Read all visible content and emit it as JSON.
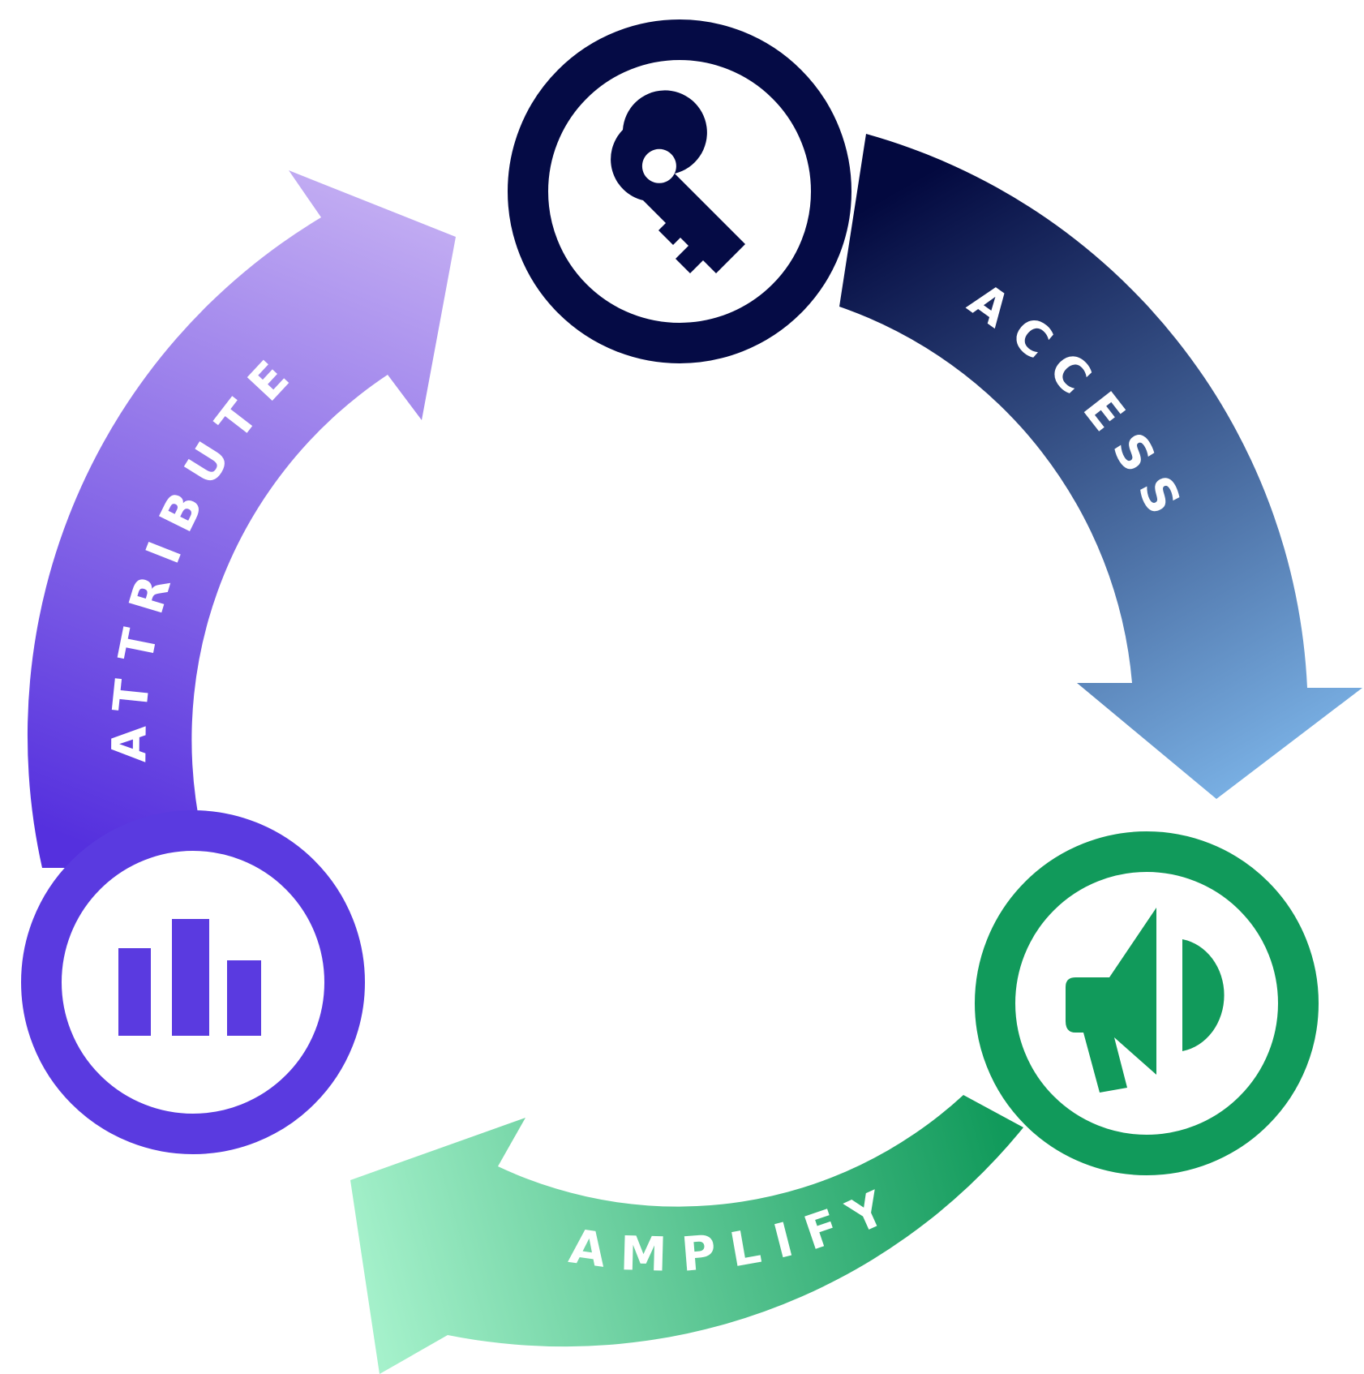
{
  "diagram": {
    "type": "cycle",
    "stages": [
      {
        "id": "access",
        "label": "ACCESS",
        "icon": "key-icon",
        "color": "#050b45"
      },
      {
        "id": "amplify",
        "label": "AMPLIFY",
        "icon": "megaphone-icon",
        "color": "#119a5b"
      },
      {
        "id": "attribute",
        "label": "ATTRIBUTE",
        "icon": "bar-chart-icon",
        "color": "#5a3ae0"
      }
    ],
    "flow": [
      "access",
      "amplify",
      "attribute",
      "access"
    ],
    "colors": {
      "access_start": "#03093f",
      "access_end": "#78aee2",
      "amplify_start": "#119a5b",
      "amplify_end": "#a5f1cb",
      "attribute_start": "#5530de",
      "attribute_end": "#c0aaf2"
    }
  }
}
